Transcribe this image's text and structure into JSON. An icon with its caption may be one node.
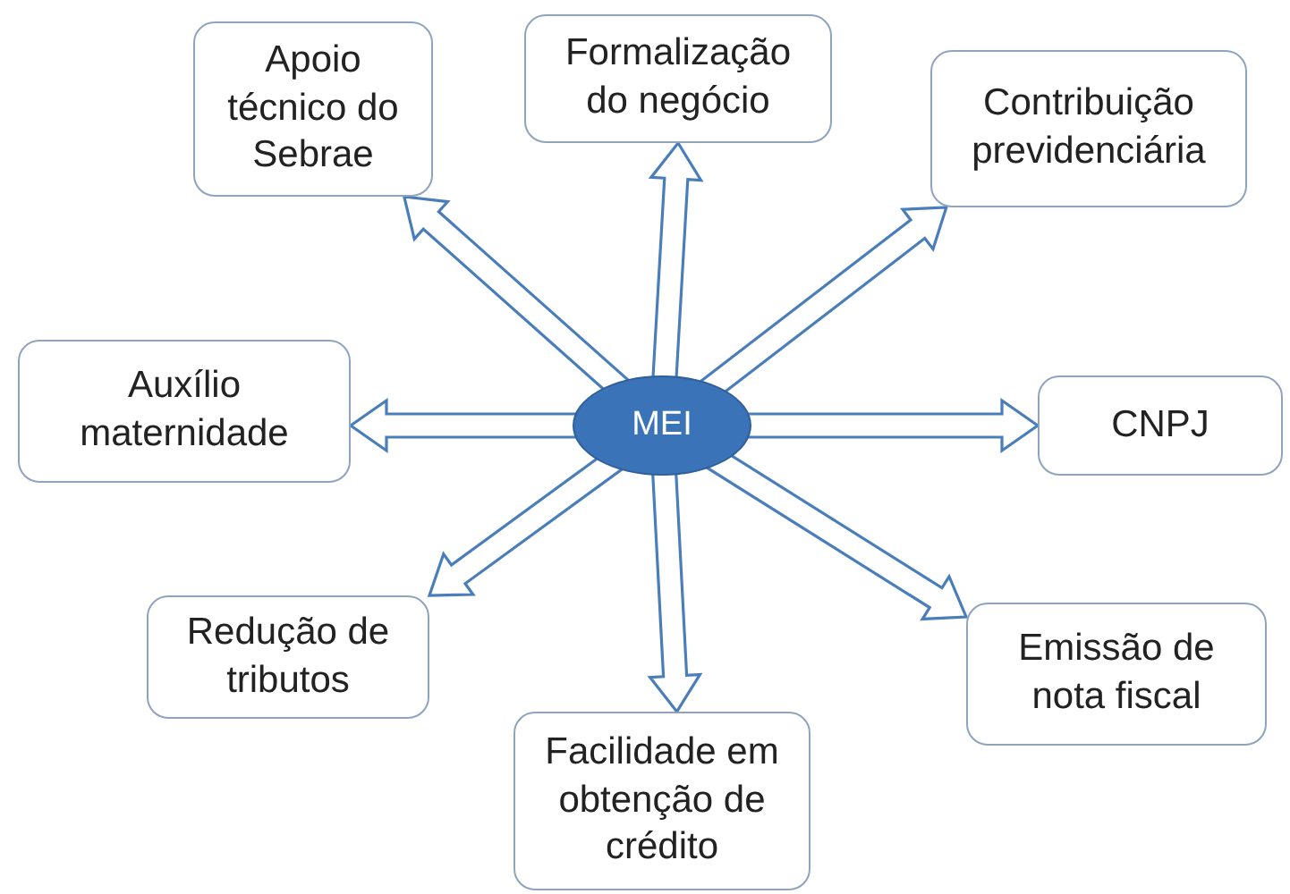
{
  "diagram": {
    "nodes": [
      {
        "text": [
          "MEI"
        ]
      },
      {
        "text": [
          "Apoio técnico do Sebrae"
        ]
      },
      {
        "text": [
          "Formalização do negócio"
        ]
      },
      {
        "text": [
          "Contribuição previdenciária"
        ]
      },
      {
        "text": [
          "Auxílio maternidade"
        ]
      },
      {
        "text": [
          "CNPJ"
        ]
      },
      {
        "text": [
          "Redução de tributos"
        ]
      },
      {
        "text": [
          "Emissão de nota fiscal"
        ]
      },
      {
        "text": [
          "Facilidade em obtenção de crédito"
        ]
      }
    ],
    "edges": [
      {
        "from": 0,
        "to": 1,
        "arrow": "to"
      },
      {
        "from": 0,
        "to": 2,
        "arrow": "to"
      },
      {
        "from": 0,
        "to": 3,
        "arrow": "to"
      },
      {
        "from": 0,
        "to": 4,
        "arrow": "to"
      },
      {
        "from": 0,
        "to": 5,
        "arrow": "to"
      },
      {
        "from": 0,
        "to": 6,
        "arrow": "to"
      },
      {
        "from": 0,
        "to": 7,
        "arrow": "to"
      },
      {
        "from": 0,
        "to": 8,
        "arrow": "to"
      }
    ]
  }
}
